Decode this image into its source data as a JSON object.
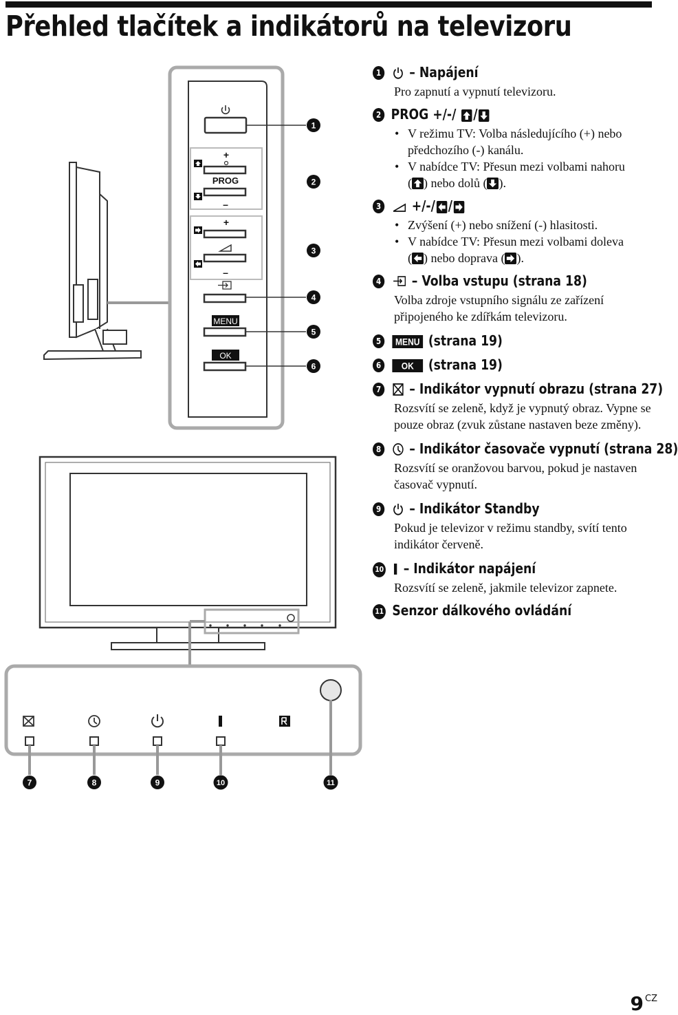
{
  "page": {
    "title": "Přehled tlačítek a indikátorů na televizoru",
    "number": "9",
    "lang": "CZ"
  },
  "panel": {
    "button_labels": {
      "prog": "PROG",
      "menu": "MENU",
      "ok": "OK",
      "plus": "+",
      "minus": "–"
    },
    "callouts": [
      "1",
      "2",
      "3",
      "4",
      "5",
      "6"
    ]
  },
  "indicators": {
    "callouts": [
      "7",
      "8",
      "9",
      "10",
      "11"
    ]
  },
  "items": [
    {
      "num": "1",
      "title": "– Napájení",
      "text": "Pro zapnutí a vypnutí televizoru."
    },
    {
      "num": "2",
      "title": "PROG +/-/",
      "bullets": [
        "V režimu TV: Volba následujícího (+) nebo předchozího (-) kanálu.",
        "V nabídce TV: Přesun mezi volbami nahoru"
      ],
      "b2_mid": ") nebo dolů (",
      "b2_end": ")."
    },
    {
      "num": "3",
      "title": "+/-/",
      "bullets": [
        "Zvýšení (+) nebo snížení (-) hlasitosti.",
        "V nabídce TV: Přesun mezi volbami doleva"
      ],
      "b2_mid": ") nebo doprava (",
      "b2_end": ")."
    },
    {
      "num": "4",
      "title": "– Volba vstupu (strana 18)",
      "text": "Volba zdroje vstupního signálu ze zařízení připojeného ke zdířkám televizoru."
    },
    {
      "num": "5",
      "title": "(strana 19)"
    },
    {
      "num": "6",
      "title": "(strana 19)"
    },
    {
      "num": "7",
      "title": "– Indikátor vypnutí obrazu (strana 27)",
      "text": "Rozsvítí se zeleně, když je vypnutý obraz. Vypne se pouze obraz (zvuk zůstane nastaven beze změny)."
    },
    {
      "num": "8",
      "title": "– Indikátor časovače vypnutí (strana 28)",
      "text": "Rozsvítí se oranžovou barvou, pokud je nastaven časovač vypnutí."
    },
    {
      "num": "9",
      "title": "– Indikátor Standby",
      "text": "Pokud je televizor v režimu standby, svítí tento indikátor červeně."
    },
    {
      "num": "10",
      "title": "– Indikátor napájení",
      "text": "Rozsvítí se zeleně, jakmile televizor zapnete."
    },
    {
      "num": "11",
      "title": "Senzor dálkového ovládání"
    }
  ]
}
